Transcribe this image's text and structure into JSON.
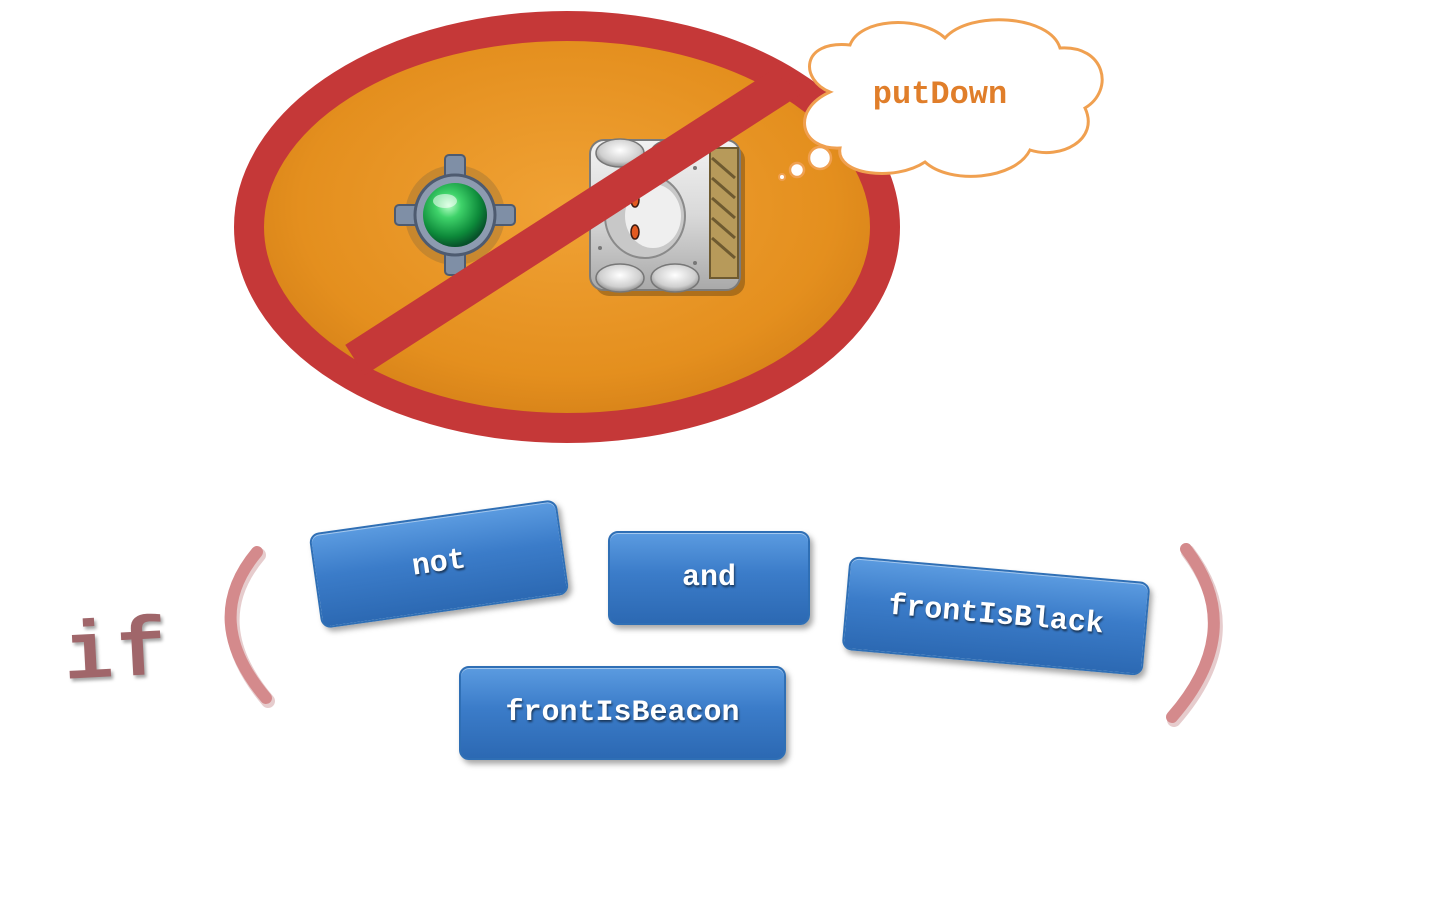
{
  "thought_bubble": {
    "command": "putDown"
  },
  "condition": {
    "keyword": "if",
    "open_paren": "(",
    "close_paren": ")"
  },
  "blocks": [
    {
      "label": "not"
    },
    {
      "label": "and"
    },
    {
      "label": "frontIsBlack"
    },
    {
      "label": "frontIsBeacon"
    }
  ],
  "colors": {
    "prohibition_red": "#c83a3a",
    "ground_orange": "#e8921f",
    "bubble_outline": "#f0a050",
    "bubble_text": "#e07e2a",
    "block_blue": "#3b7cc9",
    "paren_pink": "#d48a8c",
    "if_text": "#a0666a"
  },
  "icons": {
    "beacon": "beacon-icon",
    "robot": "robot-icon",
    "prohibition": "no-sign-icon"
  }
}
